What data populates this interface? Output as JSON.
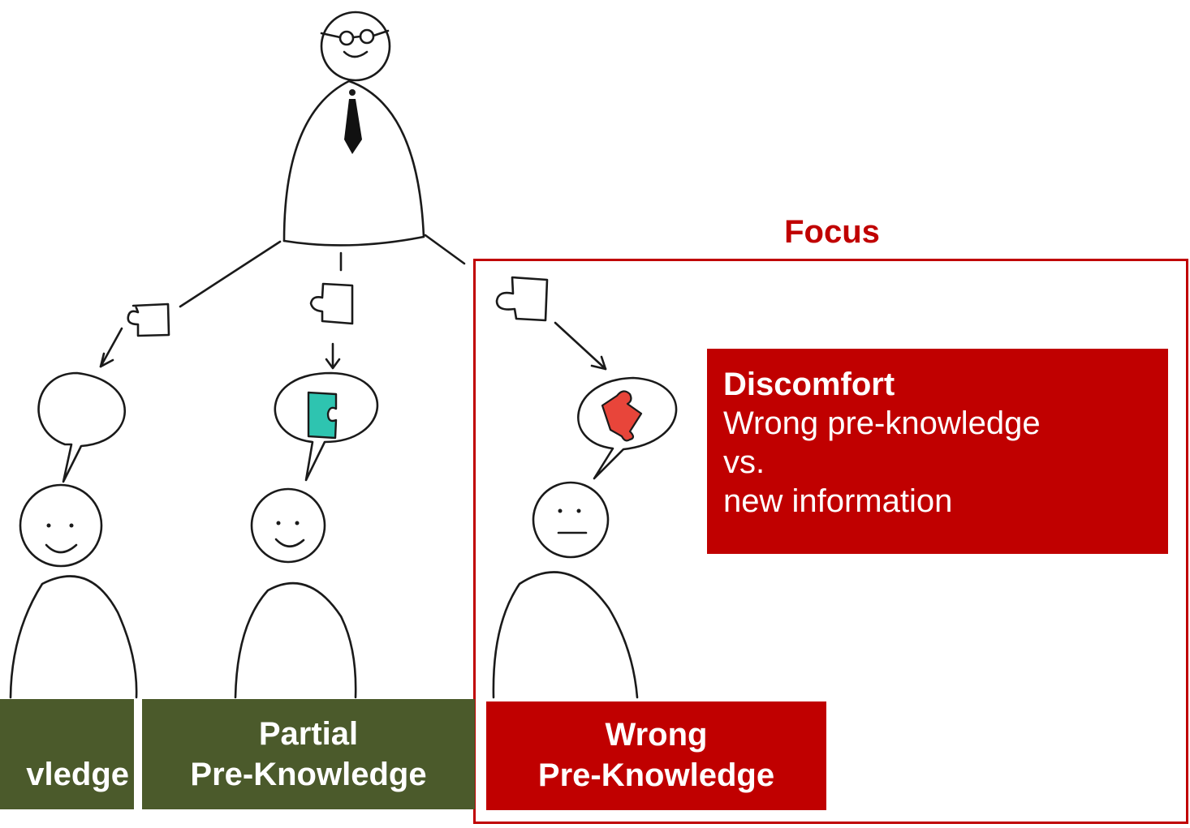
{
  "colors": {
    "green_label": "#4b5a2b",
    "red_accent": "#c00000",
    "partial_piece": "#2ec4b0",
    "wrong_piece": "#e8453a"
  },
  "icons": {
    "teacher": "teacher-figure-icon",
    "student": "student-figure-icon",
    "puzzle_piece": "puzzle-piece-icon",
    "thought_bubble": "thought-bubble-icon"
  },
  "focus": {
    "title": "Focus"
  },
  "discomfort": {
    "title": "Discomfort",
    "line1": "Wrong pre-knowledge",
    "line2": "vs.",
    "line3": "new information"
  },
  "labels": {
    "no": {
      "line1": "",
      "line2": "vledge"
    },
    "partial": {
      "line1": "Partial",
      "line2": "Pre-Knowledge"
    },
    "wrong": {
      "line1": "Wrong",
      "line2": "Pre-Knowledge"
    }
  }
}
